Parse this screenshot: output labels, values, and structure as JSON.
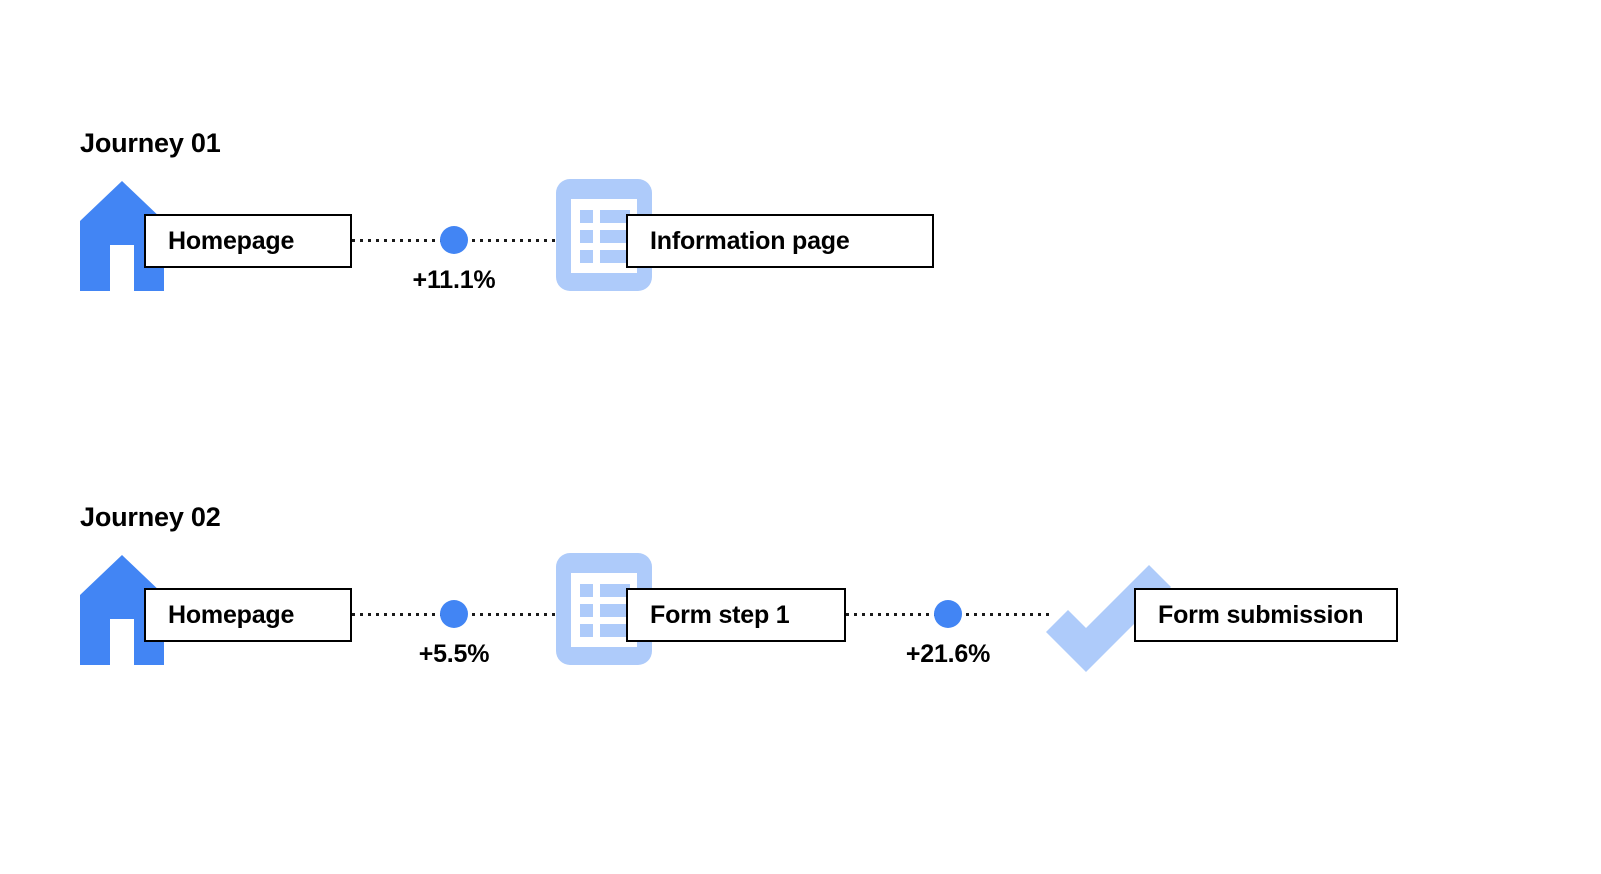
{
  "page": {
    "background_color": "#ffffff",
    "accent_blue": "#4285f4",
    "accent_blue_light": "#aecbfa",
    "text_color": "#000000"
  },
  "journeys": [
    {
      "title": "Journey 01",
      "nodes": [
        {
          "label": "Homepage",
          "icon": "home-icon",
          "icon_style": "solid-blue"
        },
        {
          "label": "Information page",
          "icon": "list-document-icon",
          "icon_style": "light-blue"
        }
      ],
      "connectors": [
        {
          "value": "+11.1%"
        }
      ]
    },
    {
      "title": "Journey 02",
      "nodes": [
        {
          "label": "Homepage",
          "icon": "home-icon",
          "icon_style": "solid-blue"
        },
        {
          "label": "Form step 1",
          "icon": "list-document-icon",
          "icon_style": "light-blue"
        },
        {
          "label": "Form submission",
          "icon": "checkmark-icon",
          "icon_style": "light-blue"
        }
      ],
      "connectors": [
        {
          "value": "+5.5%"
        },
        {
          "value": "+21.6%"
        }
      ]
    }
  ]
}
